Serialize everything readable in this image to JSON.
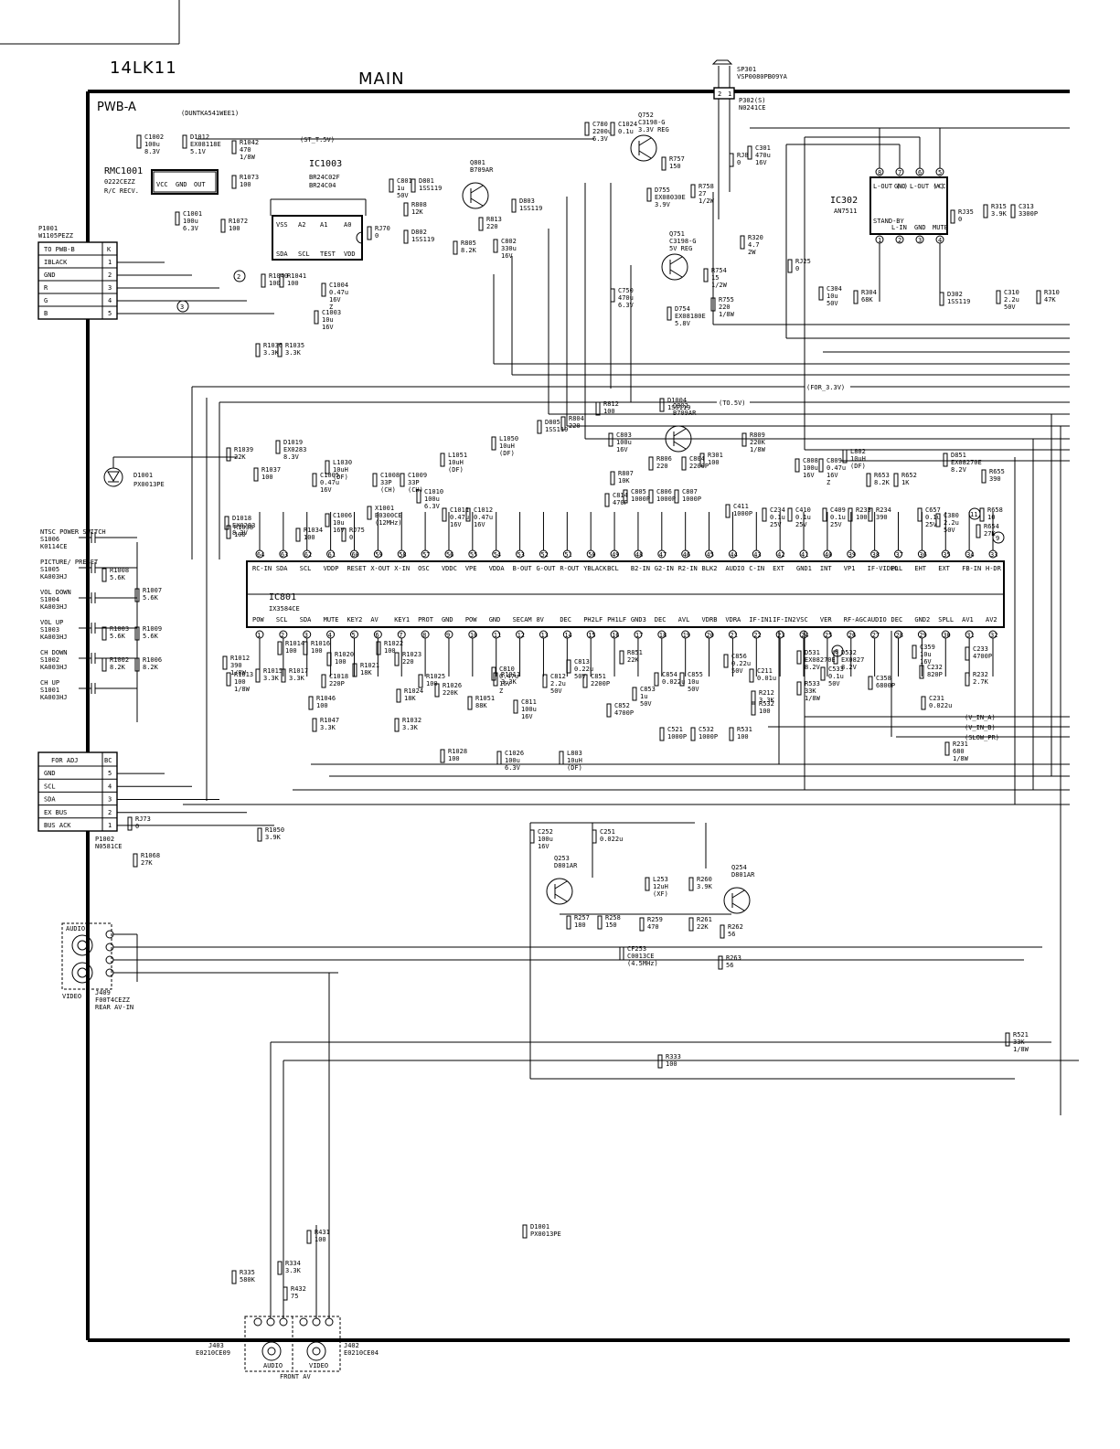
{
  "header": {
    "model": "14LK11",
    "section": "MAIN",
    "board": "PWB-A",
    "board_code": "(DUNTKA541WEE1)"
  },
  "ics": {
    "ic801": {
      "ref": "IC801",
      "part": "IX3584CE",
      "top_pins": [
        "RC-IN",
        "SDA",
        "SCL",
        "VDDP",
        "RESET",
        "X-OUT",
        "X-IN",
        "OSC",
        "VDDC",
        "VPE",
        "VDDA",
        "B-OUT",
        "G-OUT",
        "R-OUT",
        "YBLACK",
        "BCL",
        "B2-IN",
        "G2-IN",
        "R2-IN",
        "BLK2",
        "AUDIO",
        "C-IN",
        "EXT",
        "GND1",
        "INT",
        "VP1",
        "IF-VIDEO",
        "PLL",
        "EHT",
        "EXT",
        "FB-IN",
        "H-DR"
      ],
      "bottom_pins": [
        "POW",
        "SCL",
        "SDA",
        "MUTE",
        "KEY2",
        "AV",
        "KEY1",
        "PROT",
        "GND",
        "POW",
        "GND",
        "SECAM",
        "8V",
        "DEC",
        "PH2LF",
        "PH1LF",
        "GND3",
        "DEC",
        "AVL",
        "VDRB",
        "VDRA",
        "IF-IN1",
        "IF-IN2",
        "VSC",
        "VER",
        "RF-AGC",
        "AUDIO",
        "DEC",
        "GND2",
        "SPLL",
        "AV1",
        "AV2"
      ]
    },
    "ic1003": {
      "ref": "IC1003",
      "part1": "BR24C02F",
      "part2": "BR24C04",
      "pins_top": [
        "VSS",
        "A2",
        "A1",
        "A0"
      ],
      "pins_bottom": [
        "SDA",
        "SCL",
        "TEST",
        "VDD"
      ]
    },
    "ic302": {
      "ref": "IC302",
      "part": "AN7511",
      "pins_top": [
        "L-OUT (-)",
        "GND",
        "L-OUT (+)",
        "VCC"
      ],
      "pins_bottom": [
        "STAND-BY",
        "L-IN",
        "GND",
        "MUTE"
      ]
    },
    "rmc1001": {
      "ref": "RMC1001",
      "part": "0222CEZZ",
      "desc": "R/C RECV.",
      "pins": [
        "VCC",
        "GND",
        "OUT"
      ]
    }
  },
  "connectors": {
    "p1001": {
      "ref": "P1001",
      "part": "W1105PEZZ",
      "title": "TO PWB-B",
      "col": "K",
      "rows": [
        {
          "label": "IBLACK",
          "pin": "1"
        },
        {
          "label": "GND",
          "pin": "2"
        },
        {
          "label": "R",
          "pin": "3"
        },
        {
          "label": "G",
          "pin": "4"
        },
        {
          "label": "B",
          "pin": "5"
        }
      ]
    },
    "p1002": {
      "ref": "P1002",
      "part": "N0581CE",
      "title": "FOR ADJ",
      "col": "BC",
      "rows": [
        {
          "label": "GND",
          "pin": "5"
        },
        {
          "label": "SCL",
          "pin": "4"
        },
        {
          "label": "SDA",
          "pin": "3"
        },
        {
          "label": "EX BUS",
          "pin": "2"
        },
        {
          "label": "BUS ACK",
          "pin": "1"
        }
      ]
    },
    "j409": {
      "ref": "J409",
      "part": "F00T4CEZZ",
      "desc": "REAR AV-IN",
      "labels": [
        "AUDIO",
        "VIDEO"
      ]
    },
    "j403": {
      "ref": "J403",
      "part": "E0210CE09",
      "label": "AUDIO"
    },
    "j402": {
      "ref": "J402",
      "part": "E0210CE04",
      "label": "VIDEO"
    },
    "front_av": "FRONT AV",
    "sp301": {
      "ref": "SP301",
      "part": "VSP0080PB09YA"
    },
    "p302": {
      "ref": "P302(S)",
      "part": "N0241CE"
    }
  },
  "switches": [
    {
      "name": "NTSC POWER SWITCH",
      "ref": "S1006",
      "part": "K0114CE"
    },
    {
      "name": "PICTURE/ PRESET",
      "ref": "S1005",
      "part": "KA003HJ"
    },
    {
      "name": "VOL DOWN",
      "ref": "S1004",
      "part": "KA003HJ"
    },
    {
      "name": "VOL UP",
      "ref": "S1003",
      "part": "KA003HJ"
    },
    {
      "name": "CH DOWN",
      "ref": "S1002",
      "part": "KA003HJ"
    },
    {
      "name": "CH UP",
      "ref": "S1001",
      "part": "KA003HJ"
    }
  ],
  "transistors": [
    {
      "ref": "Q752",
      "part": "C3198-G",
      "desc": "3.3V REG"
    },
    {
      "ref": "Q751",
      "part": "C3198-G",
      "desc": "5V REG"
    },
    {
      "ref": "Q801",
      "part": "B709AR"
    },
    {
      "ref": "Q802",
      "part": "B709AR"
    },
    {
      "ref": "Q253",
      "part": "D801AR"
    },
    {
      "ref": "Q254",
      "part": "D801AR"
    }
  ],
  "rails": [
    "(ST_T.5V)",
    "(FOR_3.3V)",
    "(TO.5V)",
    "(V_IN_A)",
    "(V_IN_B)",
    "(SLOW_PR)"
  ],
  "components": [
    {
      "ref": "C1002",
      "val": "100u 8.3V"
    },
    {
      "ref": "D1012",
      "val": "EX08118E 5.1V"
    },
    {
      "ref": "R1042",
      "val": "470 1/8W"
    },
    {
      "ref": "R1073",
      "val": "100"
    },
    {
      "ref": "C1001",
      "val": "100u 6.3V"
    },
    {
      "ref": "R1072",
      "val": "100"
    },
    {
      "ref": "C801",
      "val": "1u 50V"
    },
    {
      "ref": "D801",
      "val": "1SS119"
    },
    {
      "ref": "R808",
      "val": "12K"
    },
    {
      "ref": "D802",
      "val": "1SS119"
    },
    {
      "ref": "RJ70",
      "val": "0"
    },
    {
      "ref": "R813",
      "val": "220"
    },
    {
      "ref": "D803",
      "val": "1SS119"
    },
    {
      "ref": "R805",
      "val": "8.2K"
    },
    {
      "ref": "C802",
      "val": "330u 16V"
    },
    {
      "ref": "C780",
      "val": "2200u 6.3V"
    },
    {
      "ref": "C1024",
      "val": "0.1u"
    },
    {
      "ref": "R757",
      "val": "150"
    },
    {
      "ref": "D755",
      "val": "EX08030E 3.9V"
    },
    {
      "ref": "R758",
      "val": "27 1/2W"
    },
    {
      "ref": "C750",
      "val": "470u 6.3V"
    },
    {
      "ref": "R754",
      "val": "15 1/2W"
    },
    {
      "ref": "D754",
      "val": "EX08180E 5.8V"
    },
    {
      "ref": "R755",
      "val": "220 1/8W"
    },
    {
      "ref": "C301",
      "val": "470u 16V"
    },
    {
      "ref": "RJ8",
      "val": "0"
    },
    {
      "ref": "R320",
      "val": "4.7 2W"
    },
    {
      "ref": "RJ25",
      "val": "0"
    },
    {
      "ref": "C304",
      "val": "10u 50V"
    },
    {
      "ref": "R304",
      "val": "68K"
    },
    {
      "ref": "D302",
      "val": "1SS119"
    },
    {
      "ref": "C310",
      "val": "2.2u 50V"
    },
    {
      "ref": "R310",
      "val": "47K"
    },
    {
      "ref": "RJ35",
      "val": "0"
    },
    {
      "ref": "R315",
      "val": "3.9K"
    },
    {
      "ref": "C313",
      "val": "3300P"
    },
    {
      "ref": "R1040",
      "val": "100"
    },
    {
      "ref": "R1041",
      "val": "100"
    },
    {
      "ref": "C1004",
      "val": "0.47u 16V Z"
    },
    {
      "ref": "C1003",
      "val": "10u 16V"
    },
    {
      "ref": "R1036",
      "val": "3.3K"
    },
    {
      "ref": "R1035",
      "val": "3.3K"
    },
    {
      "ref": "R1039",
      "val": "22K"
    },
    {
      "ref": "R1037",
      "val": "100"
    },
    {
      "ref": "D1019",
      "val": "EX0283 8.3V"
    },
    {
      "ref": "L1030",
      "val": "10uH (DF)"
    },
    {
      "ref": "C1005",
      "val": "0.47u 16V"
    },
    {
      "ref": "D1018",
      "val": "EX0283 8.3V"
    },
    {
      "ref": "R1038",
      "val": "100"
    },
    {
      "ref": "R1034",
      "val": "100"
    },
    {
      "ref": "C1006",
      "val": "10u 16V"
    },
    {
      "ref": "C1008",
      "val": "33P (CH)"
    },
    {
      "ref": "C1009",
      "val": "33P (CH)"
    },
    {
      "ref": "X1001",
      "val": "B0300CE (12MHz)"
    },
    {
      "ref": "RJ75",
      "val": "0"
    },
    {
      "ref": "C1010",
      "val": "100u 6.3V"
    },
    {
      "ref": "L1051",
      "val": "10uH (DF)"
    },
    {
      "ref": "C1011",
      "val": "0.47u 16V"
    },
    {
      "ref": "L1050",
      "val": "10uH (DF)"
    },
    {
      "ref": "C1012",
      "val": "0.47u 16V"
    },
    {
      "ref": "D805",
      "val": "1SS119"
    },
    {
      "ref": "R804",
      "val": "220"
    },
    {
      "ref": "R812",
      "val": "100"
    },
    {
      "ref": "D1004",
      "val": "1SS119"
    },
    {
      "ref": "C803",
      "val": "100u 16V"
    },
    {
      "ref": "R806",
      "val": "220"
    },
    {
      "ref": "C804",
      "val": "2200P"
    },
    {
      "ref": "R807",
      "val": "10K"
    },
    {
      "ref": "R809",
      "val": "220K 1/8W"
    },
    {
      "ref": "R301",
      "val": "100"
    },
    {
      "ref": "C808",
      "val": "100u 16V"
    },
    {
      "ref": "C809",
      "val": "0.47u 16V Z"
    },
    {
      "ref": "L802",
      "val": "10uH (DF)"
    },
    {
      "ref": "R653",
      "val": "8.2K"
    },
    {
      "ref": "R652",
      "val": "1K"
    },
    {
      "ref": "D851",
      "val": "EX08270E 8.2V"
    },
    {
      "ref": "R655",
      "val": "390"
    },
    {
      "ref": "C657",
      "val": "0.1u 25V"
    },
    {
      "ref": "R658",
      "val": "10"
    },
    {
      "ref": "C380",
      "val": "2.2u 50V"
    },
    {
      "ref": "R654",
      "val": "27K"
    },
    {
      "ref": "R234",
      "val": "390"
    },
    {
      "ref": "R233",
      "val": "100"
    },
    {
      "ref": "C409",
      "val": "0.1u 25V"
    },
    {
      "ref": "C410",
      "val": "0.1u 25V"
    },
    {
      "ref": "C234",
      "val": "0.1u 25V"
    },
    {
      "ref": "C411",
      "val": "1000P"
    },
    {
      "ref": "C805",
      "val": "1000P"
    },
    {
      "ref": "C806",
      "val": "1000P"
    },
    {
      "ref": "C807",
      "val": "1000P"
    },
    {
      "ref": "C814",
      "val": "470P"
    },
    {
      "ref": "R1008",
      "val": "5.6K"
    },
    {
      "ref": "R1007",
      "val": "5.6K"
    },
    {
      "ref": "R1003",
      "val": "5.6K"
    },
    {
      "ref": "R1009",
      "val": "5.6K"
    },
    {
      "ref": "R1002",
      "val": "8.2K"
    },
    {
      "ref": "R1006",
      "val": "8.2K"
    },
    {
      "ref": "R1012",
      "val": "390 1/8W"
    },
    {
      "ref": "R1013",
      "val": "100 1/8W"
    },
    {
      "ref": "R1015",
      "val": "3.3K"
    },
    {
      "ref": "R1017",
      "val": "3.3K"
    },
    {
      "ref": "R1014",
      "val": "100"
    },
    {
      "ref": "R1016",
      "val": "100"
    },
    {
      "ref": "R1020",
      "val": "100"
    },
    {
      "ref": "C1018",
      "val": "220P"
    },
    {
      "ref": "R1021",
      "val": "18K"
    },
    {
      "ref": "R1022",
      "val": "100"
    },
    {
      "ref": "R1046",
      "val": "100"
    },
    {
      "ref": "R1047",
      "val": "3.3K"
    },
    {
      "ref": "R1023",
      "val": "220"
    },
    {
      "ref": "R1024",
      "val": "18K"
    },
    {
      "ref": "R1025",
      "val": "100"
    },
    {
      "ref": "R1026",
      "val": "220K"
    },
    {
      "ref": "R1032",
      "val": "3.3K"
    },
    {
      "ref": "R1051",
      "val": "88K"
    },
    {
      "ref": "R1011",
      "val": "3.3K"
    },
    {
      "ref": "C810",
      "val": "0.47u 16V Z"
    },
    {
      "ref": "C811",
      "val": "100u 16V"
    },
    {
      "ref": "C812",
      "val": "2.2u 50V"
    },
    {
      "ref": "C813",
      "val": "0.22u 50V"
    },
    {
      "ref": "C851",
      "val": "2200P"
    },
    {
      "ref": "C852",
      "val": "4700P"
    },
    {
      "ref": "C853",
      "val": "1u 50V"
    },
    {
      "ref": "R851",
      "val": "22K"
    },
    {
      "ref": "C854",
      "val": "0.022u"
    },
    {
      "ref": "C855",
      "val": "10u 50V"
    },
    {
      "ref": "C856",
      "val": "0.22u 50V"
    },
    {
      "ref": "C211",
      "val": "0.01u"
    },
    {
      "ref": "R212",
      "val": "3.3K"
    },
    {
      "ref": "R532",
      "val": "100"
    },
    {
      "ref": "D531",
      "val": "EX08270E 8.2V"
    },
    {
      "ref": "D532",
      "val": "EX0827 8.2V"
    },
    {
      "ref": "R533",
      "val": "33K 1/8W"
    },
    {
      "ref": "C533",
      "val": "0.1u 50V"
    },
    {
      "ref": "C358",
      "val": "6800P"
    },
    {
      "ref": "C359",
      "val": "10u 16V"
    },
    {
      "ref": "C232",
      "val": "820P"
    },
    {
      "ref": "C231",
      "val": "0.022u"
    },
    {
      "ref": "C233",
      "val": "4700P"
    },
    {
      "ref": "R232",
      "val": "2.7K"
    },
    {
      "ref": "C521",
      "val": "1000P"
    },
    {
      "ref": "C532",
      "val": "1000P"
    },
    {
      "ref": "R531",
      "val": "100"
    },
    {
      "ref": "R231",
      "val": "680 1/8W"
    },
    {
      "ref": "R1028",
      "val": "100"
    },
    {
      "ref": "C1026",
      "val": "100u 6.3V"
    },
    {
      "ref": "L803",
      "val": "10uH (DF)"
    },
    {
      "ref": "R1050",
      "val": "3.9K"
    },
    {
      "ref": "RJ73",
      "val": "0"
    },
    {
      "ref": "R1068",
      "val": "27K"
    },
    {
      "ref": "C252",
      "val": "100u 16V"
    },
    {
      "ref": "C251",
      "val": "0.022u"
    },
    {
      "ref": "R260",
      "val": "3.9K"
    },
    {
      "ref": "L253",
      "val": "12uH (XF)"
    },
    {
      "ref": "R257",
      "val": "180"
    },
    {
      "ref": "R258",
      "val": "150"
    },
    {
      "ref": "R259",
      "val": "470"
    },
    {
      "ref": "CF253",
      "val": "C0013CE (4.5MHz)"
    },
    {
      "ref": "R261",
      "val": "22K"
    },
    {
      "ref": "R262",
      "val": "56"
    },
    {
      "ref": "R263",
      "val": "56"
    },
    {
      "ref": "R333",
      "val": "100"
    },
    {
      "ref": "R521",
      "val": "33K 1/8W"
    },
    {
      "ref": "R431",
      "val": "100"
    },
    {
      "ref": "R334",
      "val": "3.3K"
    },
    {
      "ref": "R335",
      "val": "580K"
    },
    {
      "ref": "R432",
      "val": "75"
    },
    {
      "ref": "D1001",
      "val": "PX0013PE"
    }
  ]
}
